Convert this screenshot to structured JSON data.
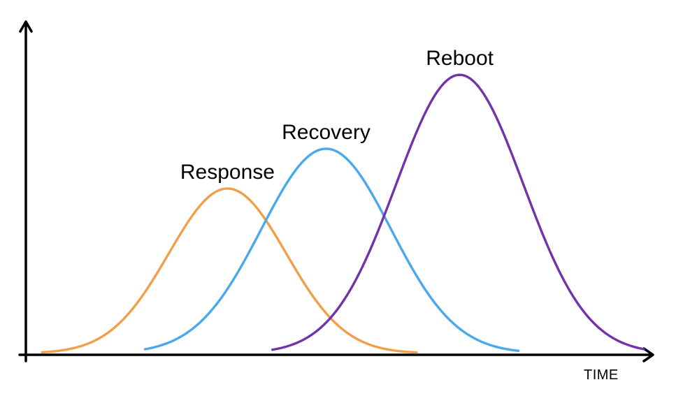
{
  "chart_data": {
    "type": "line",
    "title": "",
    "xlabel": "TIME",
    "ylabel": "",
    "grid": false,
    "legend": "none",
    "xlim": [
      0,
      100
    ],
    "ylim": [
      0,
      100
    ],
    "series": [
      {
        "name": "Response",
        "color": "#f0a04b",
        "mean": 32.3,
        "sd": 9.4,
        "peak": 58.0,
        "x_range": [
          2.6,
          62.6
        ]
      },
      {
        "name": "Recovery",
        "color": "#4aa8ec",
        "mean": 48.1,
        "sd": 10.4,
        "peak": 72.0,
        "x_range": [
          19.1,
          78.9
        ]
      },
      {
        "name": "Reboot",
        "color": "#7134a8",
        "mean": 69.5,
        "sd": 10.2,
        "peak": 98.0,
        "x_range": [
          39.5,
          99.0
        ]
      }
    ]
  }
}
